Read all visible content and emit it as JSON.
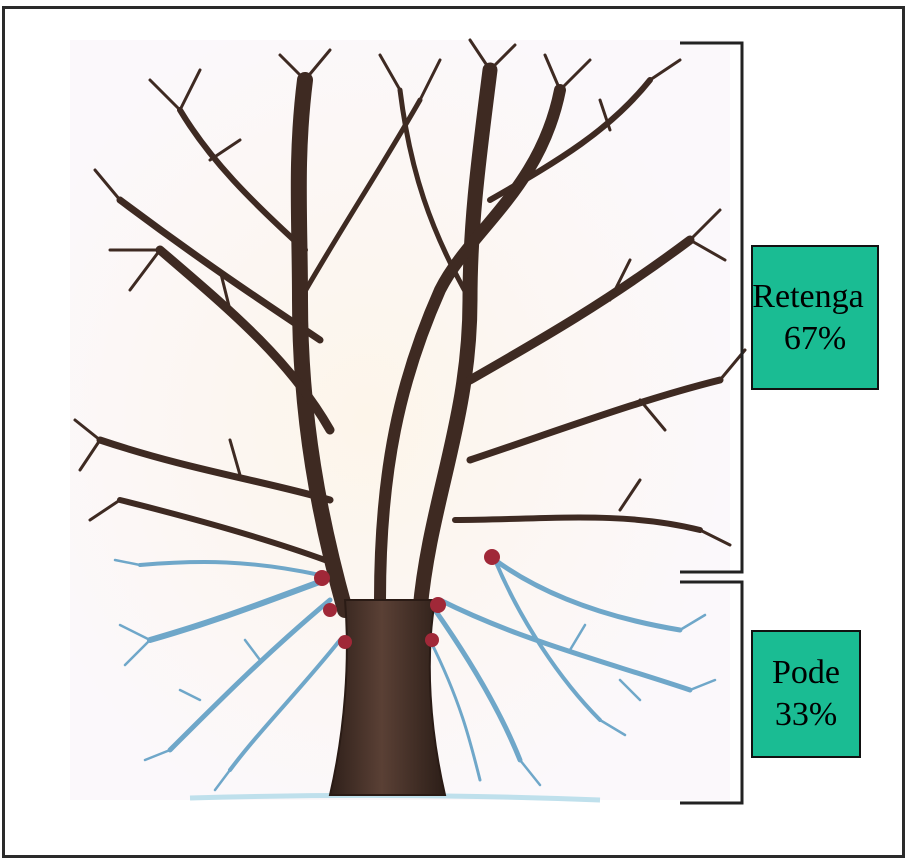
{
  "colors": {
    "label_fill": "#1abc93",
    "retained_branches": "#3e2a22",
    "pruned_branches": "#6fa7c9",
    "cut_marks": "#a02838",
    "background": "#fdf7f0",
    "bracket": "#222222"
  },
  "icons": {
    "tree": "tree-illustration",
    "bracket_top": "bracket",
    "bracket_bottom": "bracket"
  },
  "labels": {
    "retain": {
      "word": "Retenga",
      "percent": "67%",
      "value": 67
    },
    "prune": {
      "word": "Pode",
      "percent": "33%",
      "value": 33
    }
  }
}
